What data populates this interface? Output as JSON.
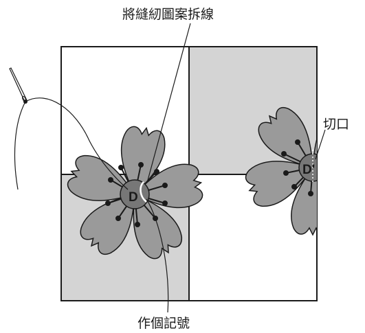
{
  "labels": {
    "top": "將縫紉圖案拆線",
    "bottom": "作個記號",
    "right": "切口"
  },
  "marks": {
    "left_center": "D",
    "right_center": "D'"
  },
  "colors": {
    "petal": "#9a9a9a",
    "center": "#777777",
    "panel_gray": "#d4d4d4",
    "panel_white": "#ffffff",
    "outline": "#1a1a1a"
  },
  "icons": [
    "needle-icon",
    "thread-icon"
  ]
}
